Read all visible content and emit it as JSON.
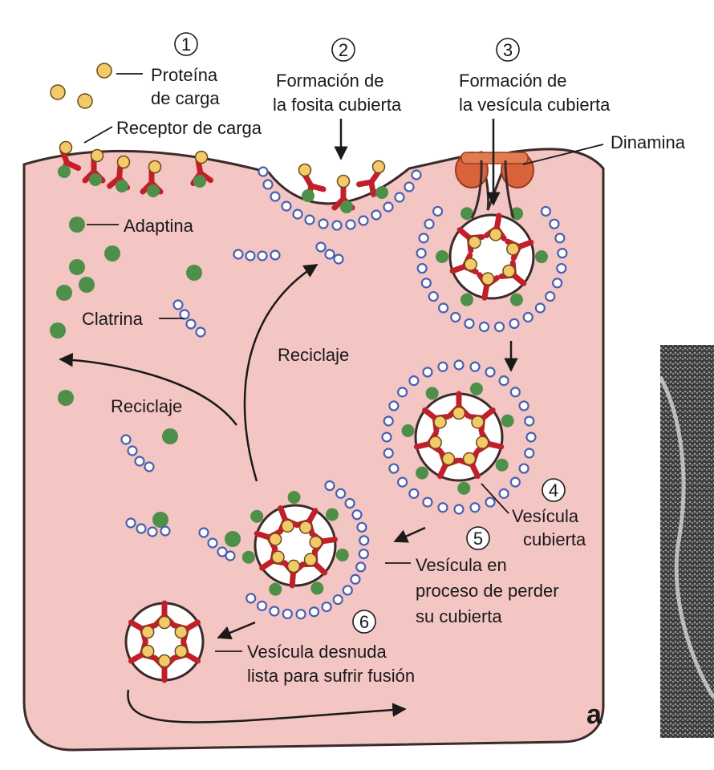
{
  "steps": {
    "s1": "1",
    "s2": "2",
    "s3": "3",
    "s4": "4",
    "s5": "5",
    "s6": "6"
  },
  "labels": {
    "proteina_1": "Proteína",
    "proteina_2": "de carga",
    "receptor": "Receptor de carga",
    "fosita_1": "Formación de",
    "fosita_2": "la fosita cubierta",
    "vesicula_cubierta_form_1": "Formación de",
    "vesicula_cubierta_form_2": "la vesícula cubierta",
    "dinamina": "Dinamina",
    "adaptina": "Adaptina",
    "clatrina": "Clatrina",
    "reciclaje_1": "Reciclaje",
    "reciclaje_2": "Reciclaje",
    "vesicula_cub_1": "Vesícula",
    "vesicula_cub_2": "cubierta",
    "perder_1": "Vesícula en",
    "perder_2": "proceso de perder",
    "perder_3": "su cubierta",
    "desnuda_1": "Vesícula desnuda",
    "desnuda_2": "lista para sufrir fusión",
    "panel": "a"
  },
  "colors": {
    "cytoplasm": "#f3c5c3",
    "membrane": "#3a2a2a",
    "receptor": "#c21f2a",
    "cargo": "#f3c96a",
    "adaptin": "#4e8f4a",
    "clathrin": "#4a5fb3",
    "dynamin": "#d9633a"
  },
  "micrograph": "electron-micrograph-image"
}
